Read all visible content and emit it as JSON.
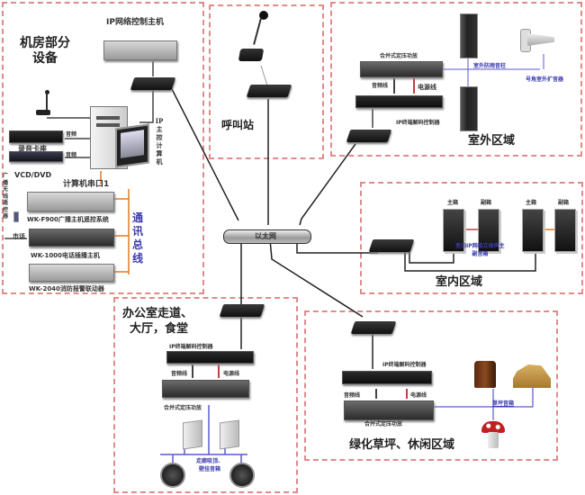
{
  "zones": {
    "machine_room": {
      "title_line1": "机房部分",
      "title_line2": "设备"
    },
    "call_station": {
      "title": "呼叫站"
    },
    "outdoor": {
      "title": "室外区域"
    },
    "indoor": {
      "title": "室内区域"
    },
    "office": {
      "title_line1": "办公室走道、",
      "title_line2": "大厅，食堂"
    },
    "lawn": {
      "title": "绿化草坪、休闲区域"
    }
  },
  "network": {
    "ethernet": "以太网"
  },
  "machine_room": {
    "ip_host": "IP网络控制主机",
    "ip_computer": [
      "IP",
      "主",
      "控",
      "计",
      "算",
      "机"
    ],
    "recorder": "录音卡座",
    "vcd": "VCD/DVD",
    "audio1": "音频",
    "audio2": "音频",
    "serial_port": "计算机串口1",
    "wireless_remote": [
      "广",
      "播",
      "无",
      "线",
      "遥",
      "控",
      "器"
    ],
    "wk_f900": "WK-F900广播主机遥控系统",
    "phone": "市话",
    "wk_1000": "WK-1000电话插播主机",
    "wk_2040": "WK-2040消防报警联动器",
    "comm_bus": [
      "通",
      "讯",
      "总",
      "线"
    ]
  },
  "outdoor": {
    "amp": "合并式定压功放",
    "audio_line": "音频线",
    "power_line": "电源线",
    "decoder": "IP终端解码控制器",
    "rain_speaker": "室外防雨音柱",
    "horn": "号角室外扩音器"
  },
  "indoor": {
    "main1": "主箱",
    "sub1": "副箱",
    "main2": "主箱",
    "sub2": "副箱",
    "speaker_label_1": "室内IP网络立体声主",
    "speaker_label_2": "副音箱"
  },
  "office": {
    "decoder": "IP终端解码控制器",
    "audio_line": "音频线",
    "power_line": "电源线",
    "amp": "合并式定压功放",
    "speaker_label_1": "走廊吸顶、",
    "speaker_label_2": "壁挂音箱"
  },
  "lawn": {
    "decoder": "IP终端解码控制器",
    "audio_line": "音频线",
    "power_line": "电源线",
    "amp": "合并式定压功放",
    "speaker_label": "草坪音箱"
  },
  "colors": {
    "frame": "#e08a8a",
    "bus": "#e07a20",
    "speaker_wire": "#5a5ad0",
    "power": "#c04040"
  }
}
